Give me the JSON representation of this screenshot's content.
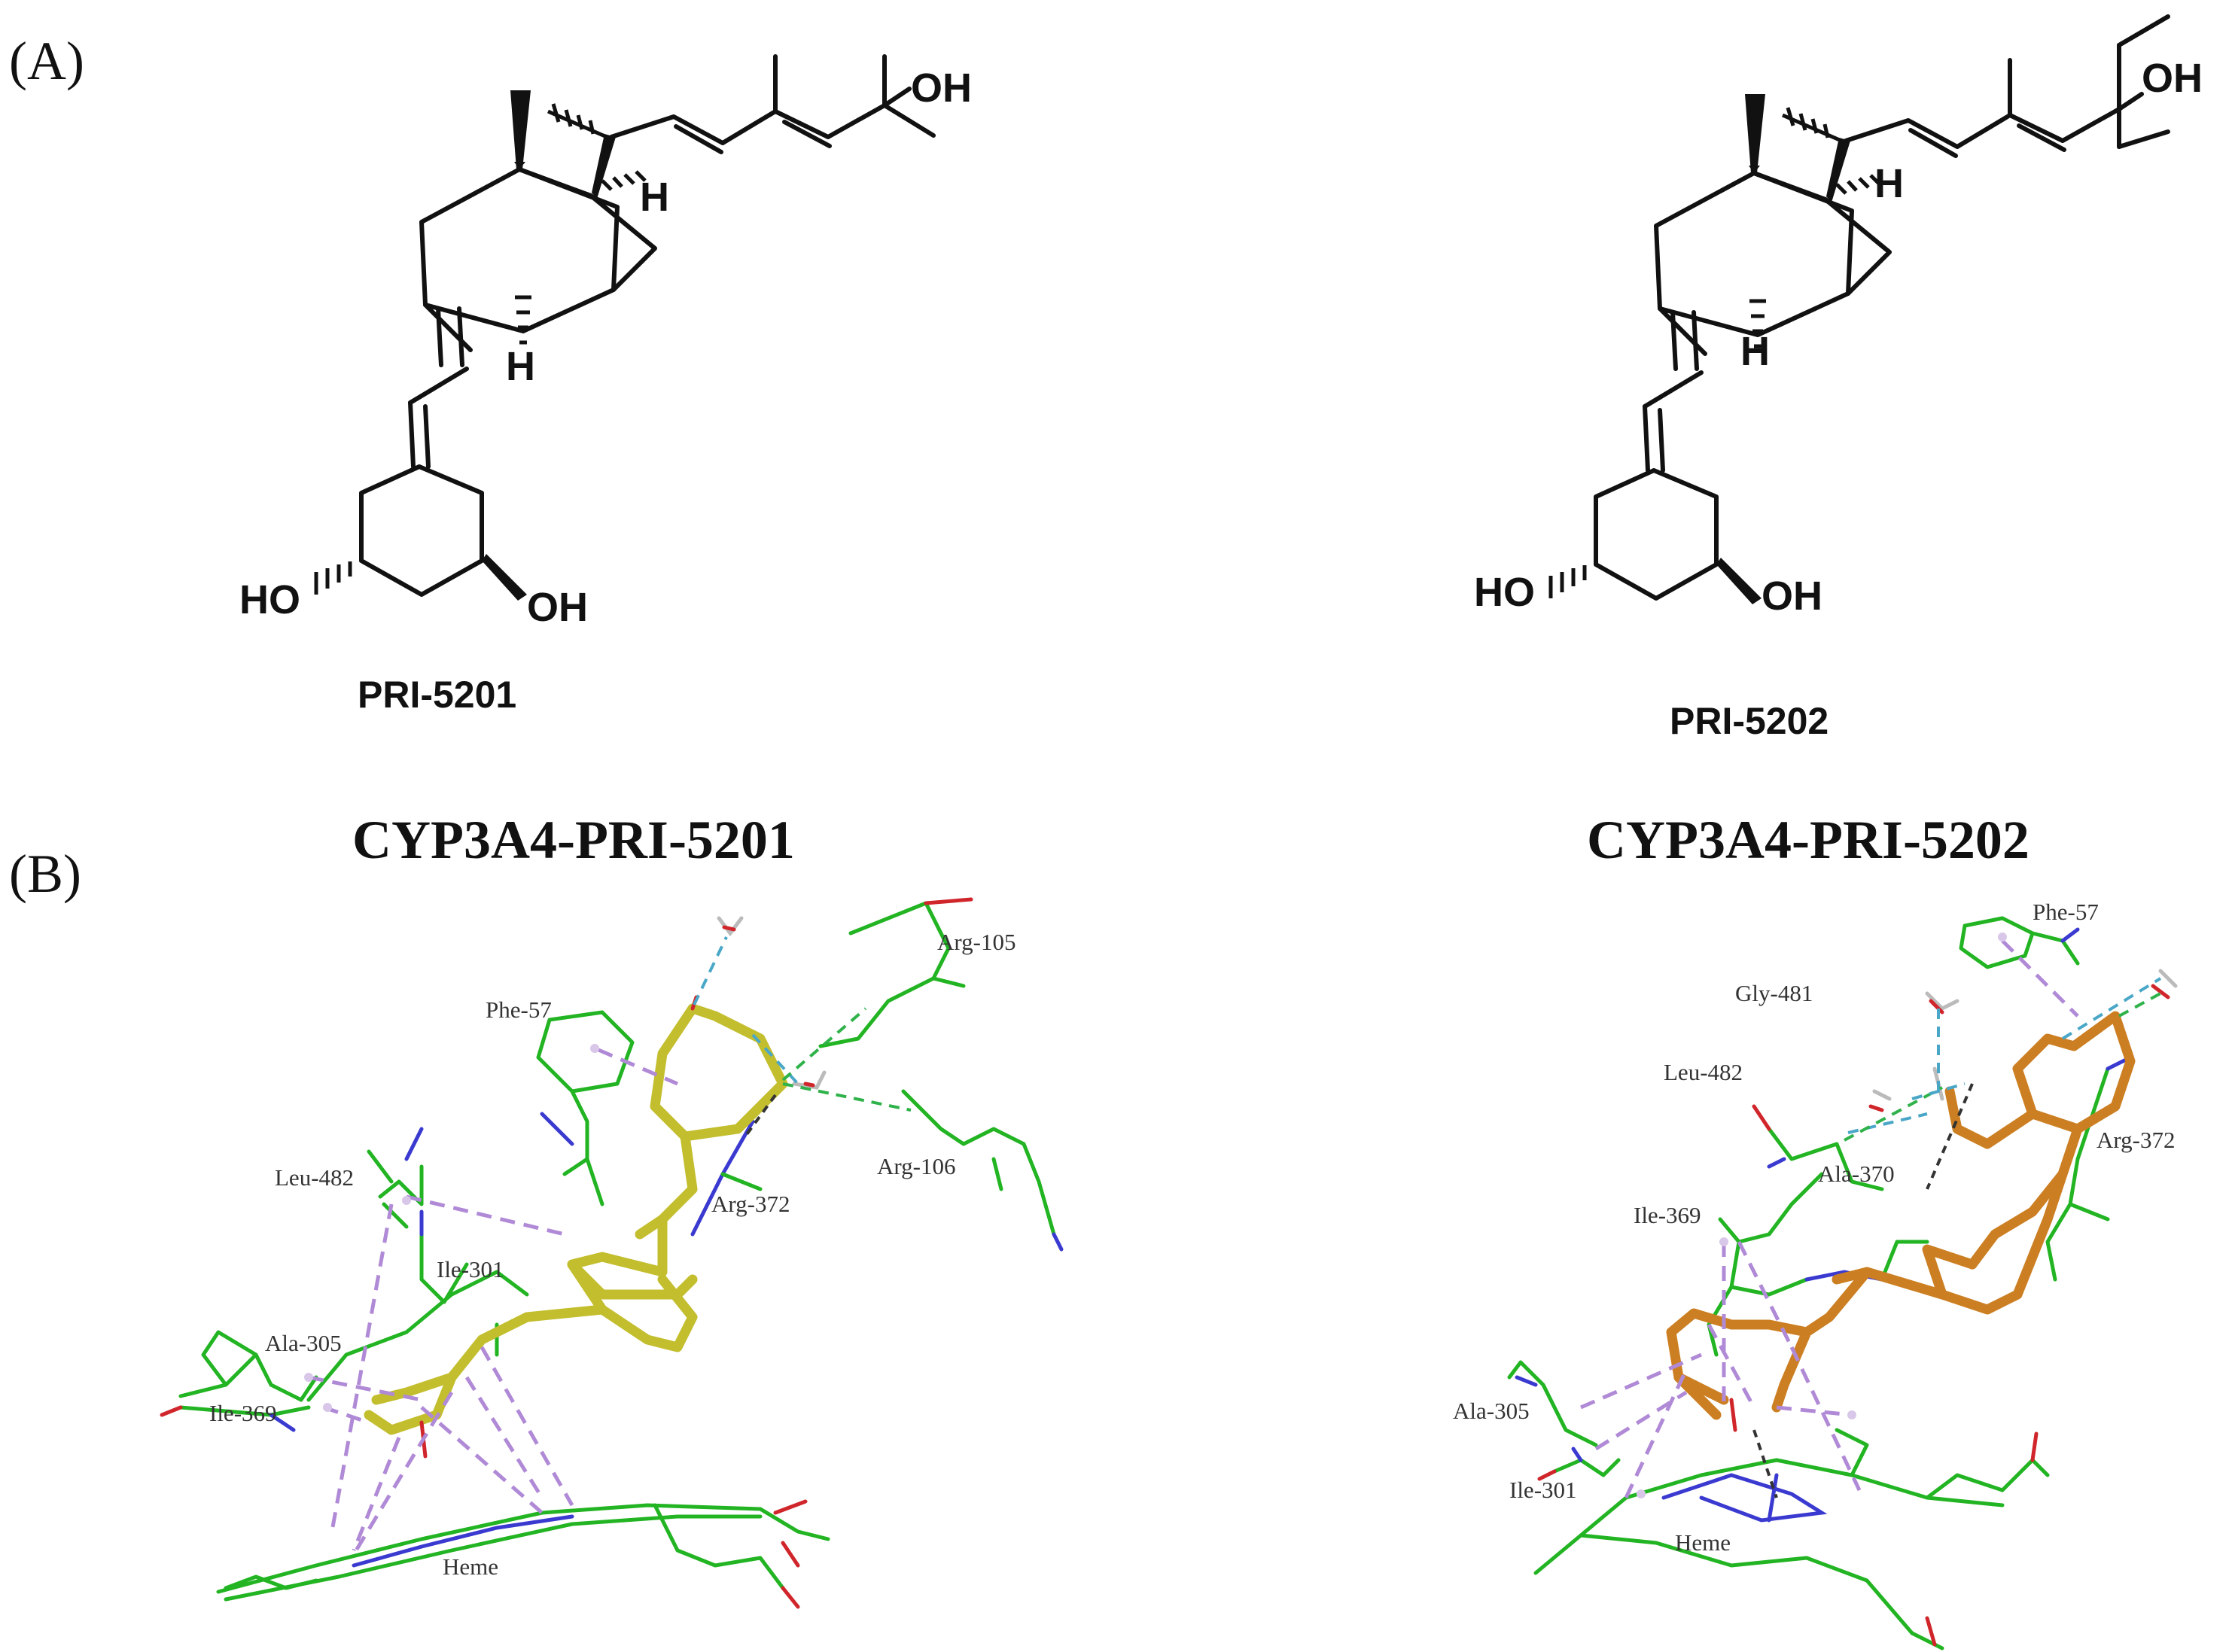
{
  "panels": {
    "a_label": "(A)",
    "b_label": "(B)"
  },
  "compounds": [
    {
      "name": "PRI-5201",
      "atoms": {
        "oh_chain": "OH",
        "h_c17": "H",
        "h_c14": "H",
        "oh_left": "HO",
        "oh_right": "OH"
      }
    },
    {
      "name": "PRI-5202",
      "atoms": {
        "oh_chain": "OH",
        "h_c17": "H",
        "h_c14": "H",
        "oh_left": "HO",
        "oh_right": "OH"
      }
    }
  ],
  "docking": [
    {
      "title": "CYP3A4-PRI-5201",
      "ligand_color": "#c3be2e",
      "residues": {
        "arg105": "Arg-105",
        "phe57": "Phe-57",
        "leu482": "Leu-482",
        "arg106": "Arg-106",
        "arg372": "Arg-372",
        "ile301": "Ile-301",
        "ala305": "Ala-305",
        "ile369": "Ile-369",
        "heme": "Heme"
      }
    },
    {
      "title": "CYP3A4-PRI-5202",
      "ligand_color": "#cc7f22",
      "residues": {
        "phe57": "Phe-57",
        "gly481": "Gly-481",
        "leu482": "Leu-482",
        "arg372": "Arg-372",
        "ala370": "Ala-370",
        "ile369": "Ile-369",
        "ala305": "Ala-305",
        "ile301": "Ile-301",
        "heme": "Heme"
      }
    }
  ],
  "colors": {
    "residue_carbon": "#22b422",
    "oxygen": "#d0262b",
    "nitrogen": "#3a3ad0",
    "hbond_green": "#2fb24a",
    "hbond_cyan": "#4aa7c7",
    "hydrophobic": "#b08ad6"
  }
}
